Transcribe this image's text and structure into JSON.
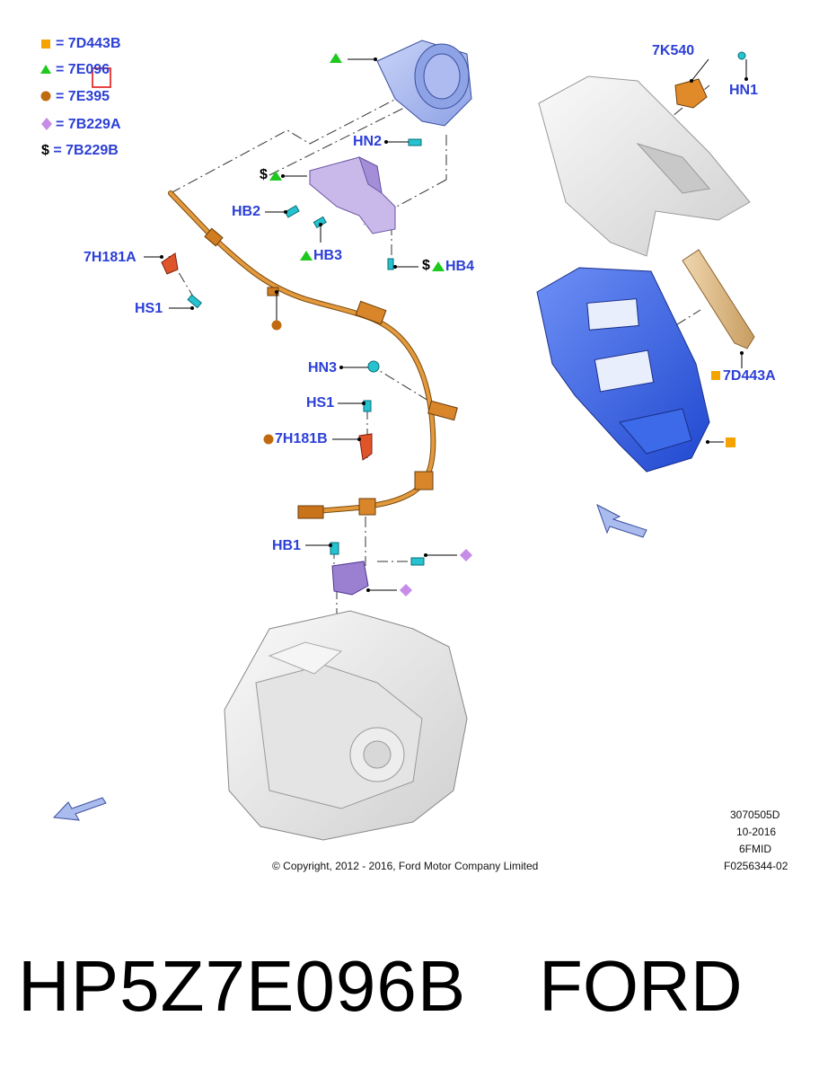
{
  "legend": [
    {
      "symbol": "orange-square",
      "code": "7D443B"
    },
    {
      "symbol": "green-triangle",
      "code": "7E096"
    },
    {
      "symbol": "brown-circle",
      "code": "7E395"
    },
    {
      "symbol": "purple-diamond",
      "code": "7B229A"
    },
    {
      "symbol": "dollar-sign",
      "code": "7B229B"
    }
  ],
  "legend_eq": "=",
  "dollar": "$",
  "labels": {
    "k7k540": "7K540",
    "hn1": "HN1",
    "hn2": "HN2",
    "hb2": "HB2",
    "hb3": "HB3",
    "hb4": "HB4",
    "h7h181a": "7H181A",
    "hs1_top": "HS1",
    "hn3": "HN3",
    "hs1_mid": "HS1",
    "h7h181b": "7H181B",
    "hb1": "HB1",
    "d7d443a": "7D443A"
  },
  "info": {
    "line1": "3070505D",
    "line2": "10-2016",
    "line3": "6FMID",
    "line4": "F0256344-02"
  },
  "copyright": "© Copyright, 2012 - 2016, Ford Motor Company Limited",
  "footer": {
    "part_number": "HP5Z7E096B",
    "brand": "FORD"
  },
  "colors": {
    "label_blue": "#2b3fd6",
    "square_orange": "#f5a300",
    "triangle_green": "#1ec81e",
    "circle_brown": "#c06a10",
    "diamond_purple": "#c58ce8",
    "cable_orange": "#d78a2e",
    "console_blue": "#2f5fe6",
    "bracket_purple": "#8f74c9",
    "clip_cyan": "#26c2cf"
  }
}
